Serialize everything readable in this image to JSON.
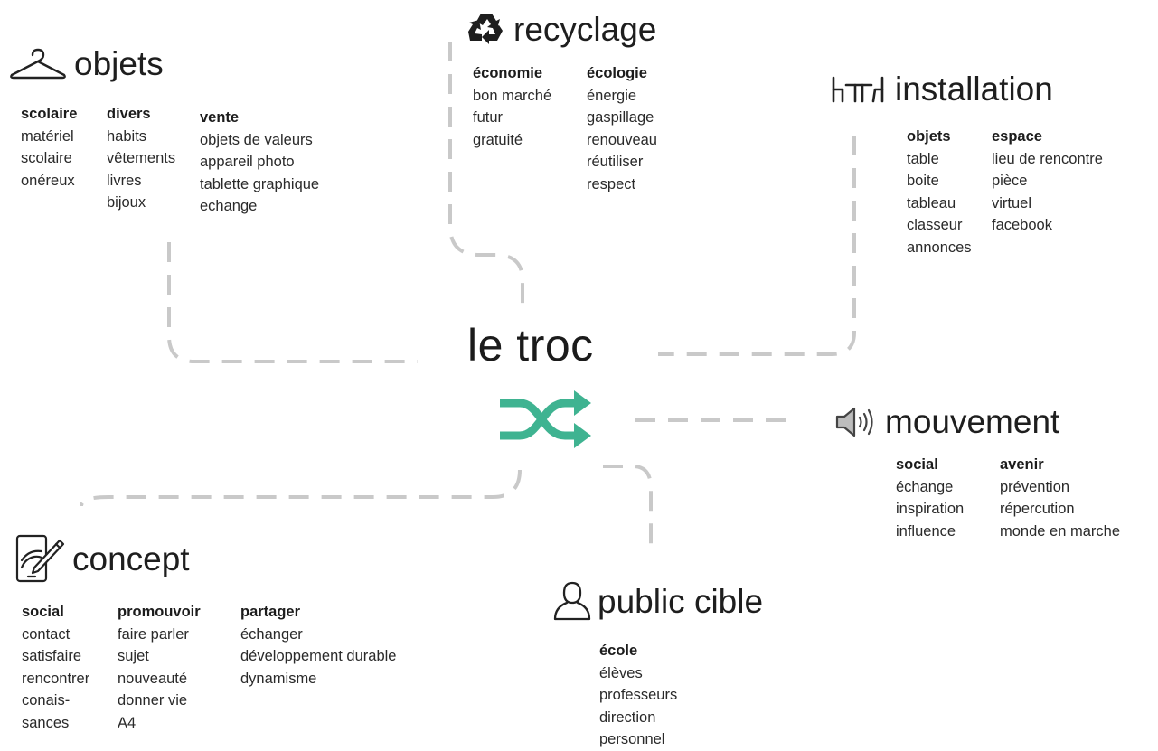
{
  "center": {
    "title": "le troc",
    "icon": "shuffle-icon",
    "accent": "#3fb391"
  },
  "colors": {
    "connector": "#c9c9c9",
    "text": "#2a2a2a",
    "icon": "#222222"
  },
  "nodes": {
    "objets": {
      "title": "objets",
      "icon": "hanger-icon",
      "columns": [
        {
          "title": "scolaire",
          "items": [
            "matériel",
            "scolaire",
            "onéreux"
          ]
        },
        {
          "title": "divers",
          "items": [
            "habits",
            "vêtements",
            "livres",
            "bijoux"
          ]
        },
        {
          "title": "vente",
          "items": [
            "objets de valeurs",
            "appareil photo",
            "tablette graphique",
            "echange"
          ]
        }
      ]
    },
    "recyclage": {
      "title": "recyclage",
      "icon": "recycle-icon",
      "columns": [
        {
          "title": "économie",
          "items": [
            "bon marché",
            "futur",
            "gratuité"
          ]
        },
        {
          "title": "écologie",
          "items": [
            "énergie",
            "gaspillage",
            "renouveau",
            "réutiliser",
            "respect"
          ]
        }
      ]
    },
    "installation": {
      "title": "installation",
      "icon": "table-chairs-icon",
      "columns": [
        {
          "title": "objets",
          "items": [
            "table",
            "boite",
            "tableau",
            "classeur",
            "annonces"
          ]
        },
        {
          "title": "espace",
          "items": [
            "lieu de rencontre",
            "pièce",
            "virtuel",
            "facebook"
          ]
        }
      ]
    },
    "mouvement": {
      "title": "mouvement",
      "icon": "speaker-icon",
      "columns": [
        {
          "title": "social",
          "items": [
            "échange",
            "inspiration",
            "influence"
          ]
        },
        {
          "title": "avenir",
          "items": [
            "prévention",
            "répercution",
            "monde en marche"
          ]
        }
      ]
    },
    "concept": {
      "title": "concept",
      "icon": "tablet-pen-icon",
      "columns": [
        {
          "title": "social",
          "items": [
            "contact",
            "satisfaire",
            "rencontrer",
            "conais-",
            "sances"
          ]
        },
        {
          "title": "promouvoir",
          "items": [
            "faire parler",
            "sujet",
            "nouveauté",
            "donner vie",
            "A4"
          ]
        },
        {
          "title": "partager",
          "items": [
            "échanger",
            "développement durable",
            "dynamisme"
          ]
        }
      ]
    },
    "public": {
      "title": "public cible",
      "icon": "person-icon",
      "columns": [
        {
          "title": "école",
          "items": [
            "élèves",
            "professeurs",
            "direction",
            "personnel"
          ]
        }
      ]
    }
  }
}
